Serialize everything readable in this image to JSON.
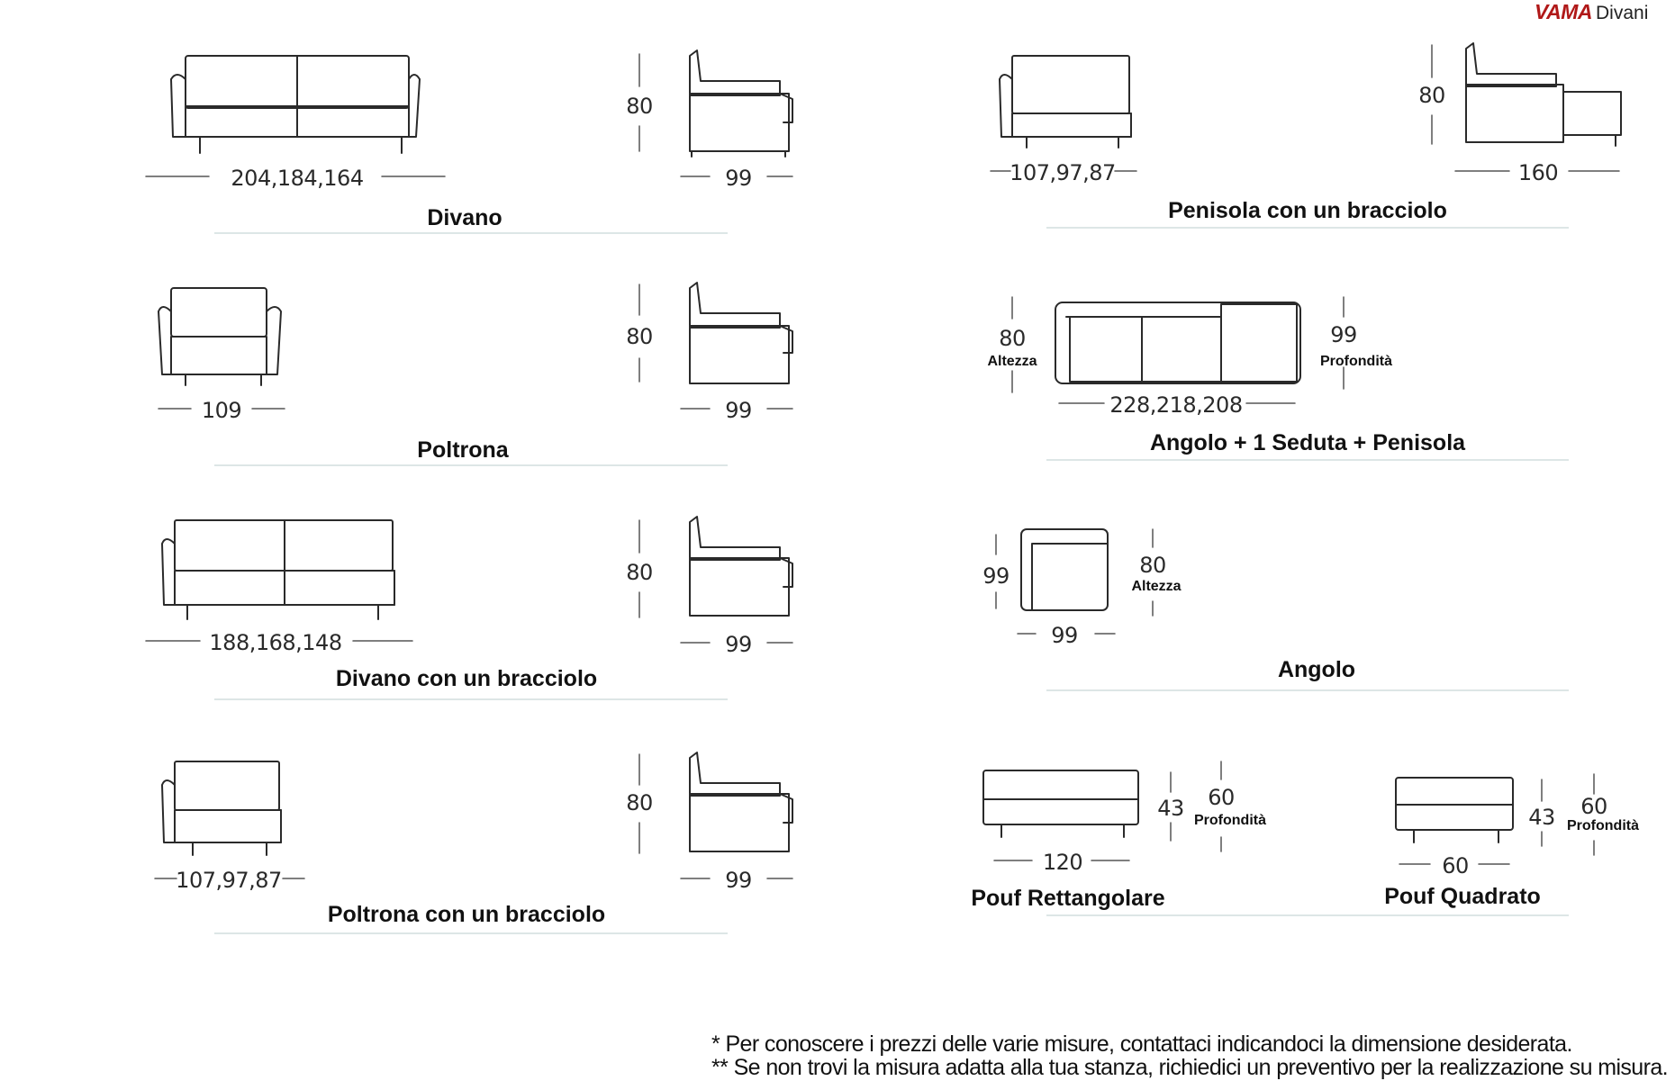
{
  "brand": {
    "name": "VAMA",
    "suffix": "Divani",
    "accent": "#b01818"
  },
  "left": {
    "divano": {
      "caption": "Divano",
      "width": "204,184,164",
      "height": "80",
      "depth": "99"
    },
    "poltrona": {
      "caption": "Poltrona",
      "width": "109",
      "height": "80",
      "depth": "99"
    },
    "divano_bracciolo": {
      "caption": "Divano con un bracciolo",
      "width": "188,168,148",
      "height": "80",
      "depth": "99"
    },
    "poltrona_bracciolo": {
      "caption": "Poltrona con un bracciolo",
      "width": "107,97,87",
      "height": "80",
      "depth": "99"
    }
  },
  "right": {
    "penisola": {
      "caption": "Penisola con un bracciolo",
      "width": "107,97,87",
      "height": "80",
      "depth": "160"
    },
    "angolo_seduta": {
      "caption": "Angolo + 1 Seduta + Penisola",
      "height": "80",
      "height_label": "Altezza",
      "depth": "99",
      "depth_label": "Profondità",
      "width": "228,218,208"
    },
    "angolo": {
      "caption": "Angolo",
      "side": "99",
      "width": "99",
      "height": "80",
      "height_label": "Altezza"
    },
    "pouf_rett": {
      "caption": "Pouf Rettangolare",
      "width": "120",
      "height": "43",
      "depth": "60",
      "depth_label": "Profondità"
    },
    "pouf_quad": {
      "caption": "Pouf Quadrato",
      "width": "60",
      "height": "43",
      "depth": "60",
      "depth_label": "Profondità"
    }
  },
  "footnotes": [
    "* Per conoscere i prezzi delle varie misure, contattaci indicandoci la dimensione desiderata.",
    "** Se non trovi la misura adatta alla tua stanza, richiedici un preventivo per la realizzazione su misura."
  ]
}
